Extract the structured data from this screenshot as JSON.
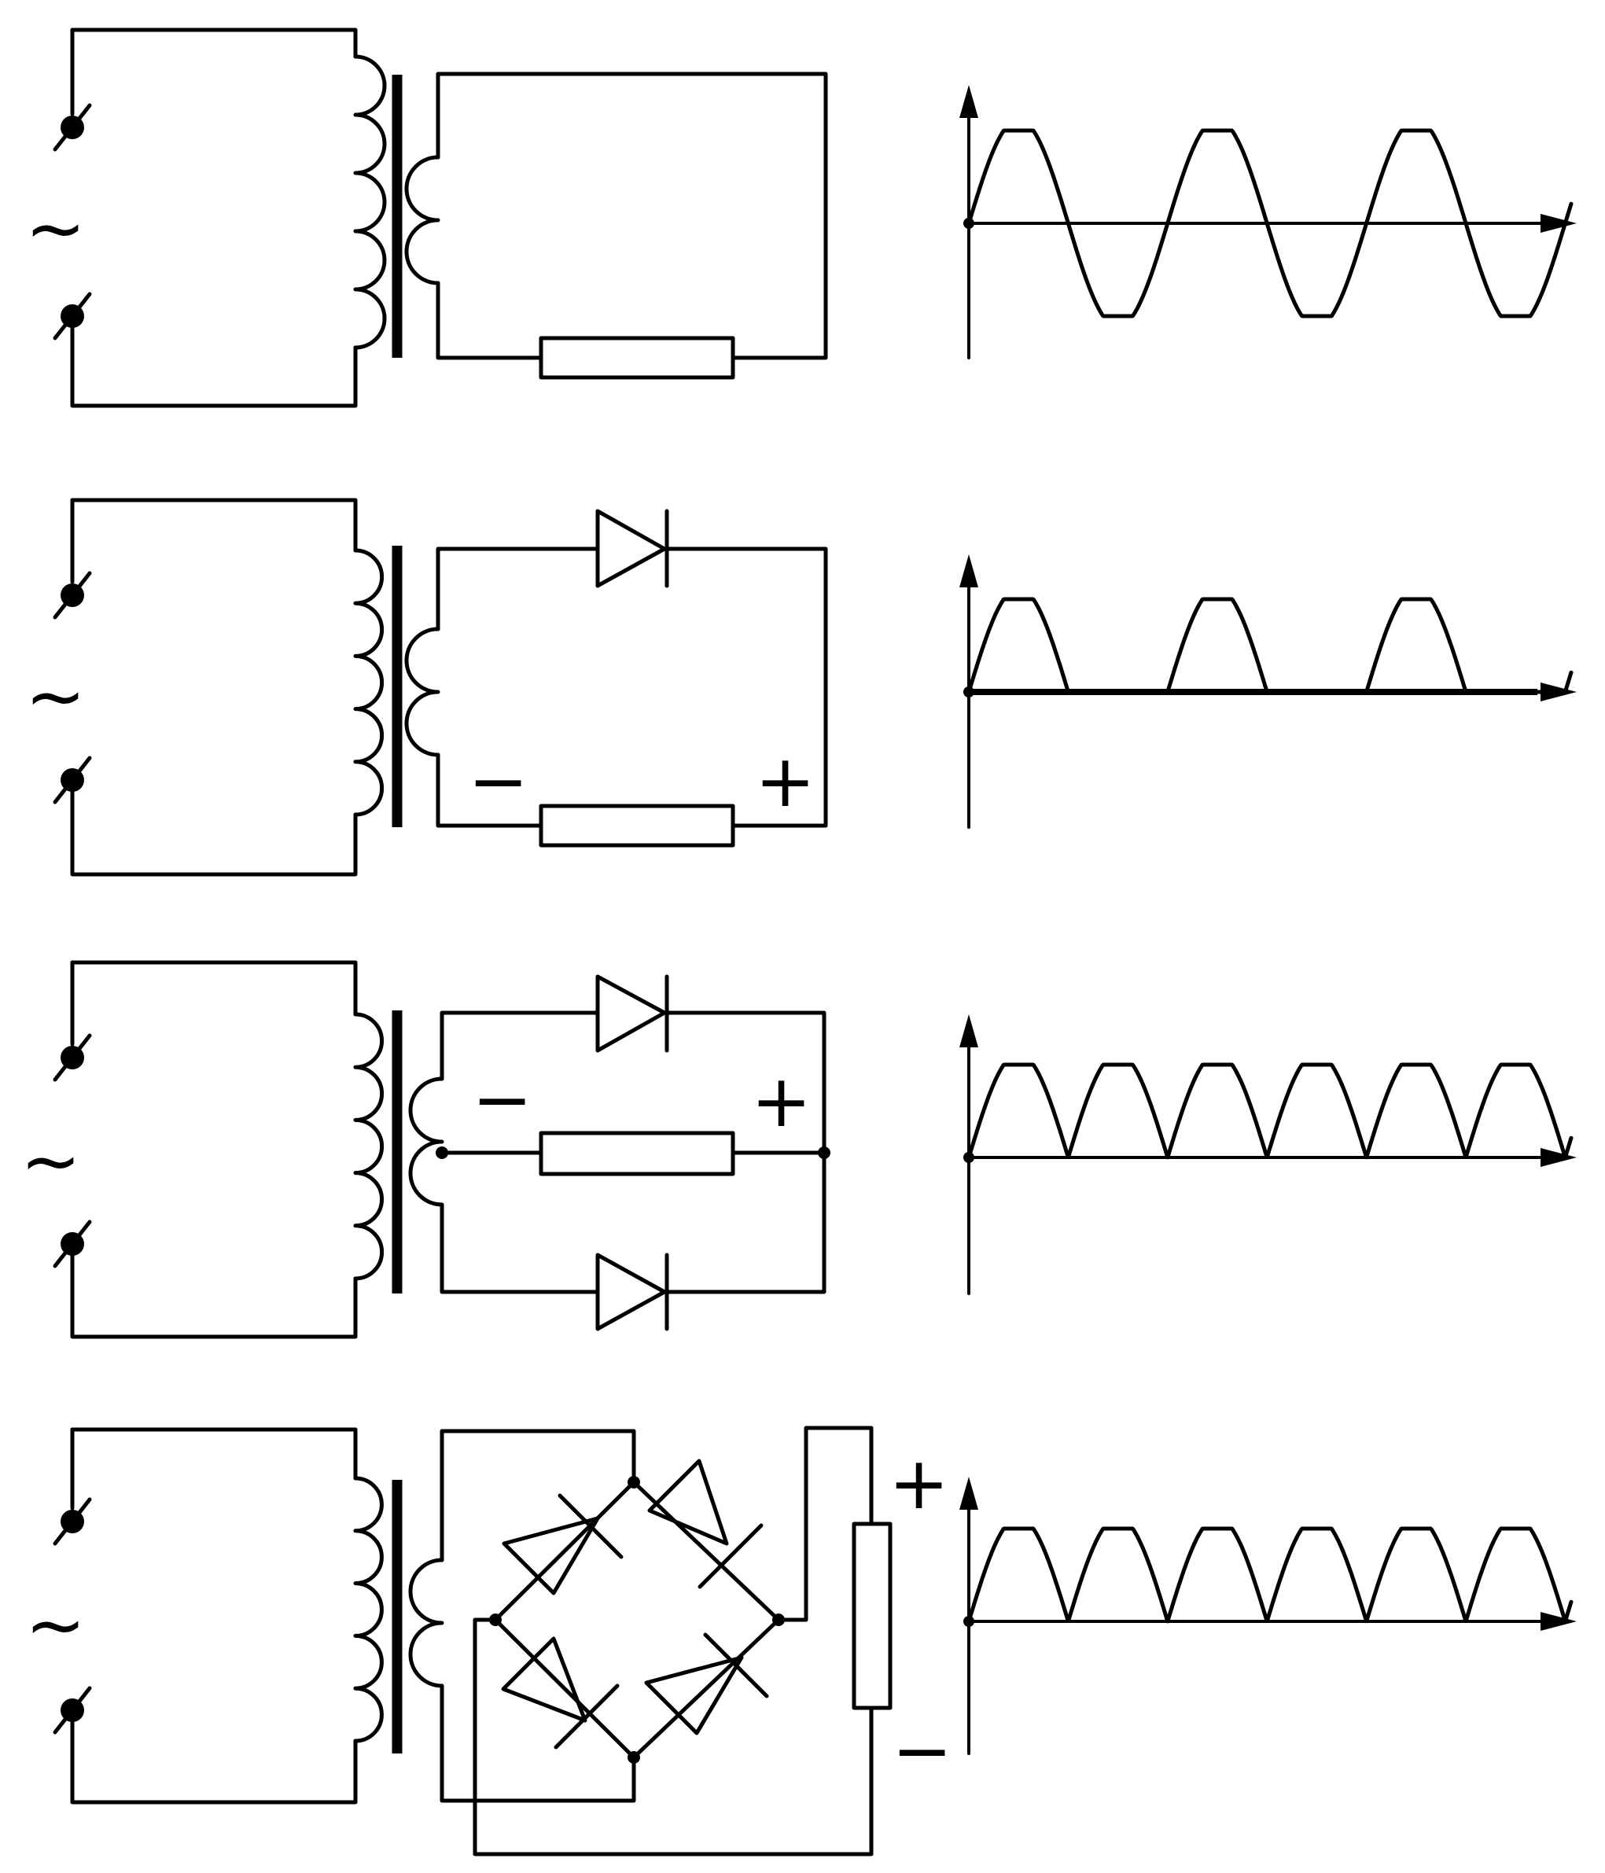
{
  "source_symbol": "~",
  "colors": {
    "ink": "#000000",
    "paper": "#ffffff"
  },
  "rows": [
    {
      "id": "transformer",
      "plus": "",
      "minus": "",
      "waveform": "full-sine",
      "cycles": 3
    },
    {
      "id": "half-wave",
      "plus": "+",
      "minus": "−",
      "waveform": "half-wave",
      "cycles": 3
    },
    {
      "id": "full-wave-centertap",
      "plus": "+",
      "minus": "−",
      "waveform": "full-wave",
      "cycles": 3
    },
    {
      "id": "bridge",
      "plus": "+",
      "minus": "−",
      "waveform": "full-wave",
      "cycles": 3
    }
  ]
}
